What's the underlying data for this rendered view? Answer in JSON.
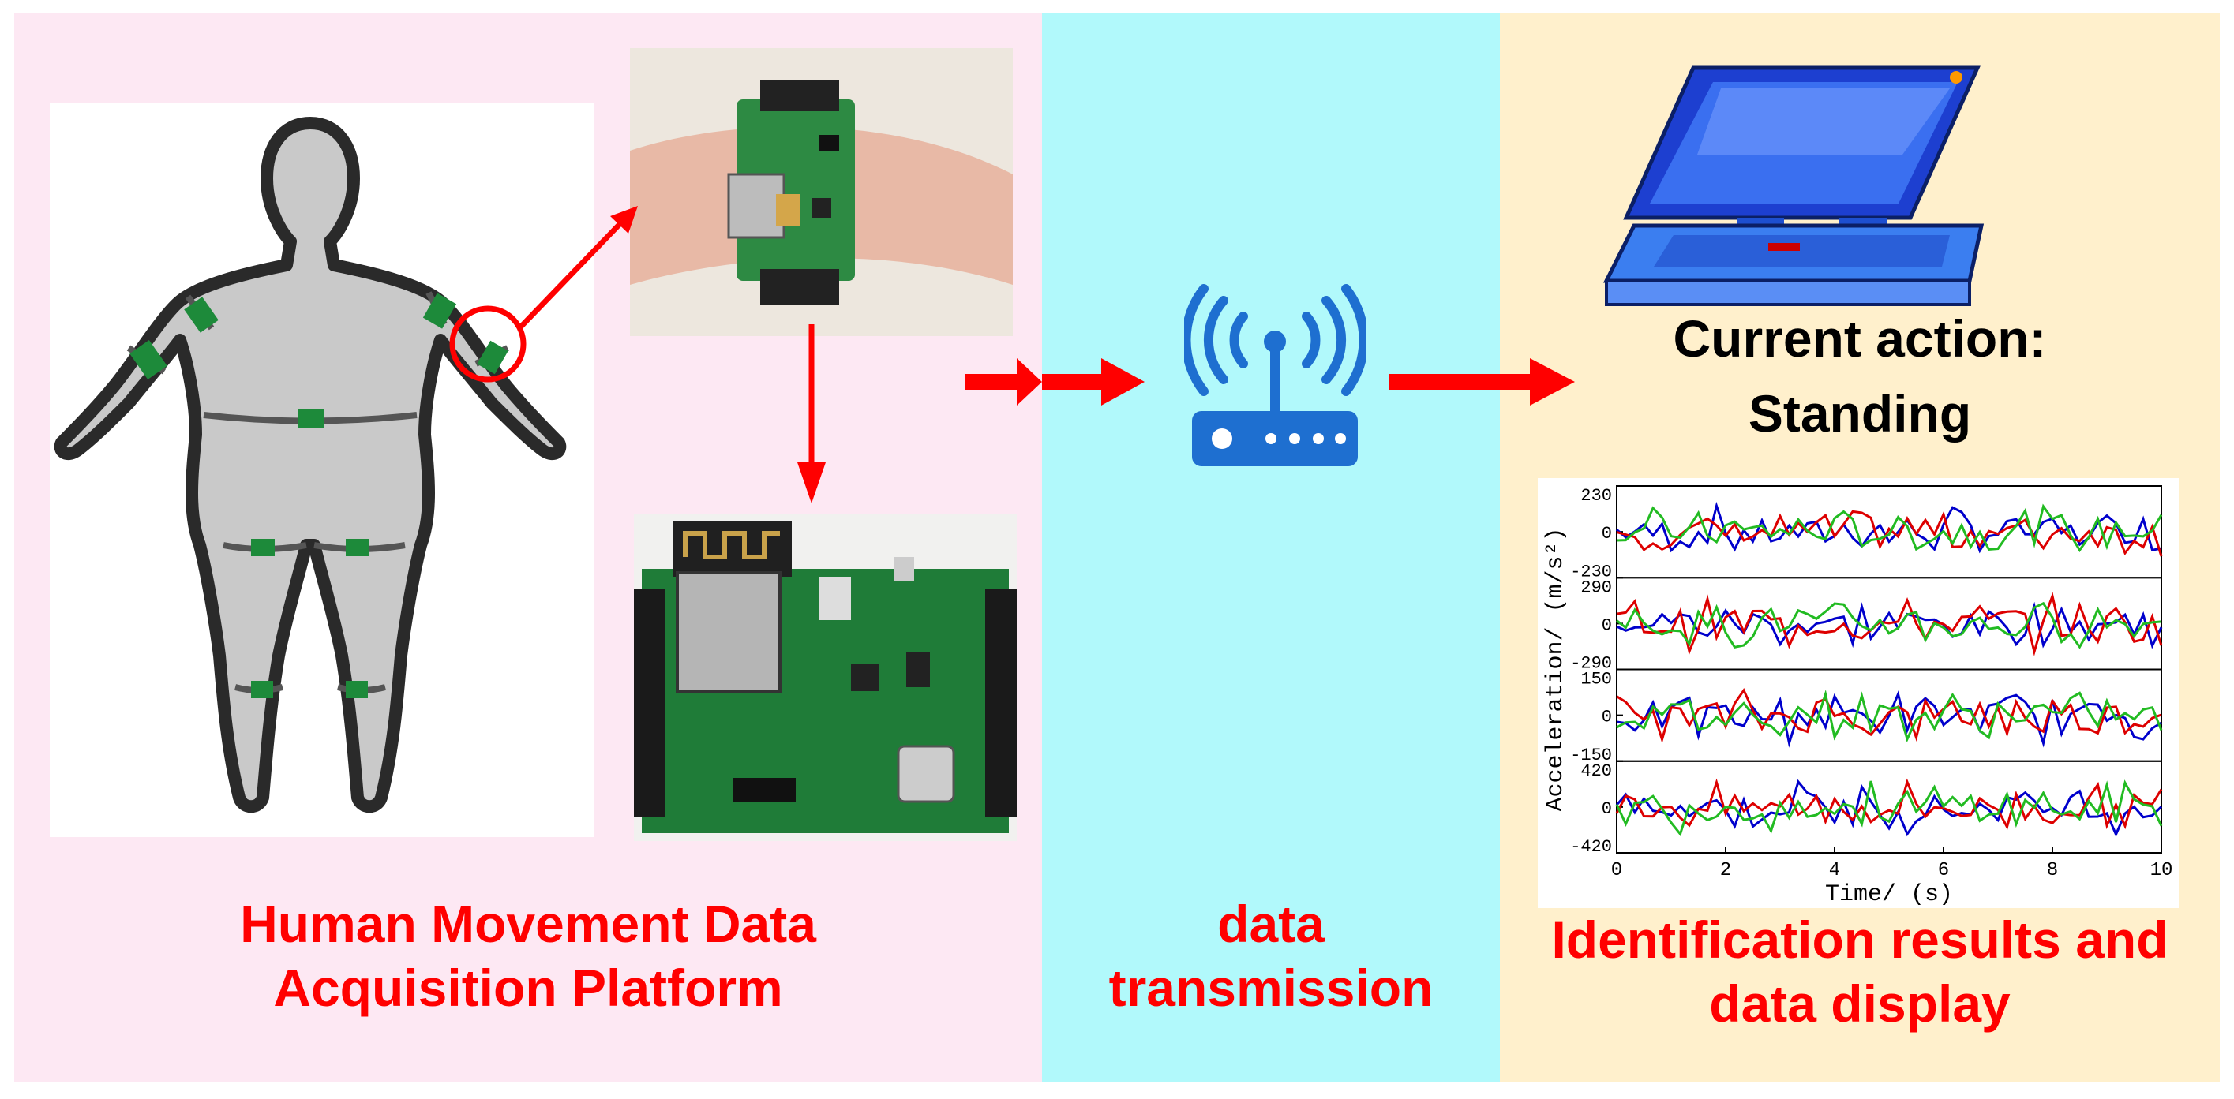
{
  "captions": {
    "left_line1": "Human Movement Data",
    "left_line2": "Acquisition Platform",
    "mid_line1": "data",
    "mid_line2": "transmission",
    "right_line1": "Identification results and",
    "right_line2": "data display"
  },
  "result": {
    "line1": "Current action:",
    "line2": "Standing"
  },
  "colors": {
    "left_bg": "#fde8f3",
    "mid_bg": "#b1f9fb",
    "right_bg": "#fff0cc",
    "arrow": "#ff0000",
    "router": "#1e6fd0",
    "sensor": "#2e8b3e"
  },
  "chart_data": {
    "type": "line",
    "xlabel": "Time/ (s)",
    "ylabel": "Acceleration/ (m/s²)",
    "xlim": [
      0,
      10
    ],
    "x_ticks": [
      "0",
      "2",
      "4",
      "6",
      "8",
      "10"
    ],
    "series_colors": [
      "#0000cc",
      "#dd0000",
      "#22bb22"
    ],
    "subplots": [
      {
        "ylim": [
          -230,
          230
        ],
        "y_ticks": [
          "230",
          "0",
          "-230"
        ]
      },
      {
        "ylim": [
          -290,
          290
        ],
        "y_ticks": [
          "290",
          "0",
          "-290"
        ]
      },
      {
        "ylim": [
          -150,
          150
        ],
        "y_ticks": [
          "150",
          "0",
          "-150"
        ]
      },
      {
        "ylim": [
          -420,
          420
        ],
        "y_ticks": [
          "420",
          "0",
          "-420"
        ]
      }
    ]
  }
}
